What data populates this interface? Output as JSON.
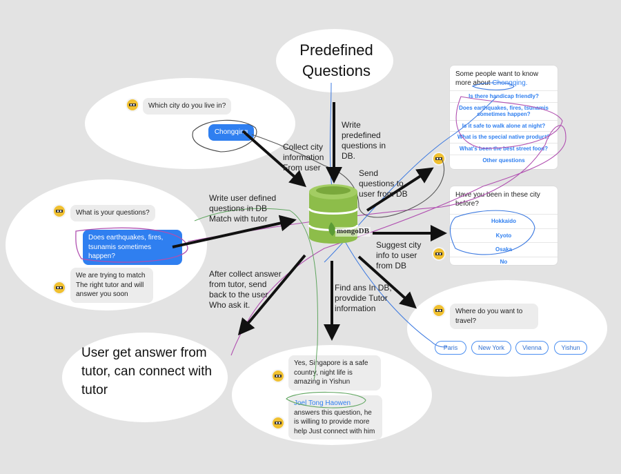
{
  "title": "Predefined Questions",
  "top_left_chat": {
    "question": "Which city do you live in?",
    "answer": "Chongqing"
  },
  "left_chat": {
    "question": "What is your questions?",
    "user_message": "Does earthquakes, fires, tsunamis sometimes happen?",
    "bot_reply": "We are trying to match The right tutor and will answer you soon"
  },
  "bottom_left_caption": "User get answer from tutor, can  connect with tutor",
  "bottom_chat": {
    "answer": "Yes, Singapore is a safe country, night life is amazing in Yishun",
    "tutor_name": "Joel Tong Haowen",
    "tutor_note": "answers this question, he is willing to provide more help Just connect with him"
  },
  "right_top_card": {
    "header_prefix": "Some people want to know more about",
    "header_city": "Chongqing.",
    "options": [
      "Is there handicap friendly?",
      "Does earthquakes, fires, tsunamis sometimes happen?",
      "Is it safe to walk alone at night?",
      "What is the special native product?",
      "What's been the best street food?",
      "Other questions"
    ]
  },
  "right_mid_card": {
    "header": "Have you been in these city before?",
    "options": [
      "Hokkaido",
      "Kyoto",
      "Osaka",
      "No"
    ]
  },
  "right_bottom_chat": {
    "question": "Where do you want to travel?",
    "cities": [
      "Paris",
      "New York",
      "Vienna",
      "Yishun"
    ]
  },
  "arrow_labels": {
    "write_predefined": "Write predefined questions in DB.",
    "collect_city": "Collect city information From user",
    "send_questions": "Send questions to user from DB",
    "write_user_defined": "Write user defined questions in DB Match with tutor",
    "suggest_city": "Suggest city info to user from DB",
    "after_collect": "After collect answer from tutor, send back to the user Who ask it.",
    "find_ans": "Find ans In DB, provdide Tutor information"
  },
  "db_logo": "mongoDB",
  "colors": {
    "accent": "#2f7ff0",
    "db_green": "#8dbd4a",
    "background": "#e3e3e3"
  }
}
